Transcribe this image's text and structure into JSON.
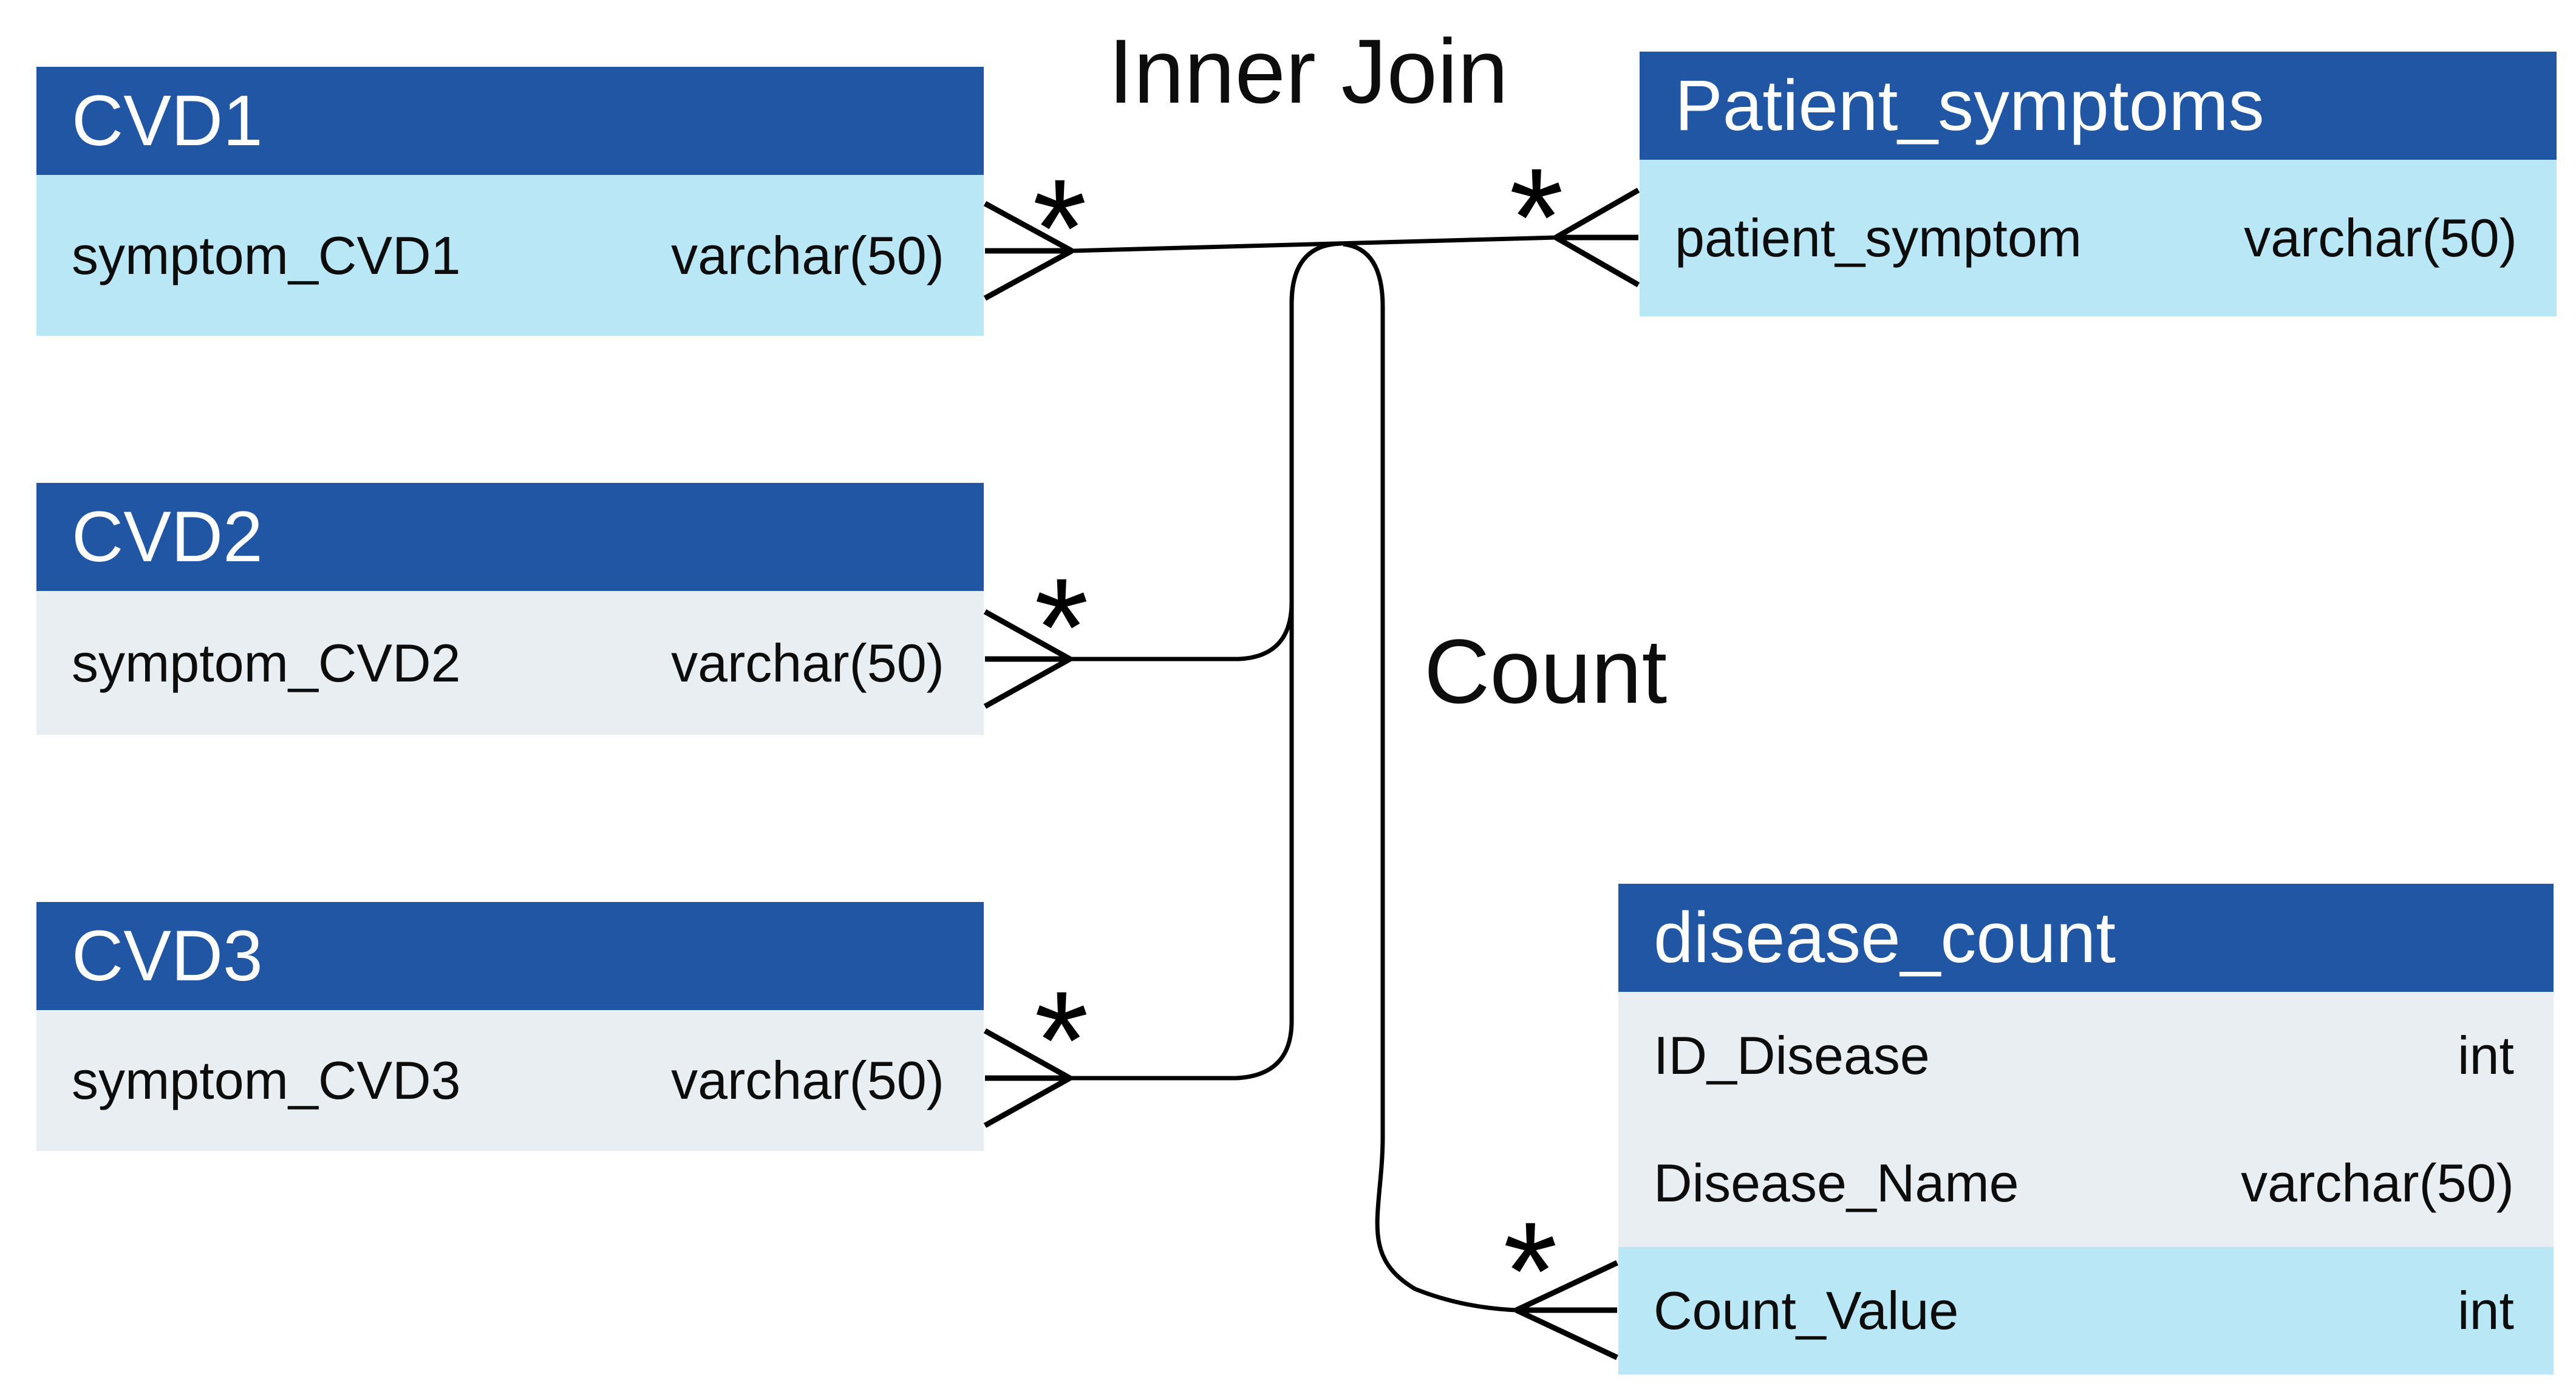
{
  "labels": {
    "join": "Inner Join",
    "aggregate": "Count"
  },
  "cardinality_symbol": "*",
  "colors": {
    "canvas-bg": "#ffffff",
    "header-bg": "#2156a5",
    "header-text": "#ffffff",
    "row-highlight-bg": "#b9e7f5",
    "row-plain-bg": "#e9eef2",
    "row-text": "#0d0d0d",
    "line": "#000000"
  },
  "tables": [
    {
      "id": "CVD1",
      "title": "CVD1",
      "columns": [
        {
          "name": "symptom_CVD1",
          "type": "varchar(50)",
          "highlighted": true
        }
      ]
    },
    {
      "id": "CVD2",
      "title": "CVD2",
      "columns": [
        {
          "name": "symptom_CVD2",
          "type": "varchar(50)",
          "highlighted": false
        }
      ]
    },
    {
      "id": "CVD3",
      "title": "CVD3",
      "columns": [
        {
          "name": "symptom_CVD3",
          "type": "varchar(50)",
          "highlighted": false
        }
      ]
    },
    {
      "id": "Patient_symptoms",
      "title": "Patient_symptoms",
      "columns": [
        {
          "name": "patient_symptom",
          "type": "varchar(50)",
          "highlighted": true
        }
      ]
    },
    {
      "id": "disease_count",
      "title": "disease_count",
      "columns": [
        {
          "name": "ID_Disease",
          "type": "int",
          "highlighted": false
        },
        {
          "name": "Disease_Name",
          "type": "varchar(50)",
          "highlighted": false
        },
        {
          "name": "Count_Value",
          "type": "int",
          "highlighted": true
        }
      ]
    }
  ]
}
